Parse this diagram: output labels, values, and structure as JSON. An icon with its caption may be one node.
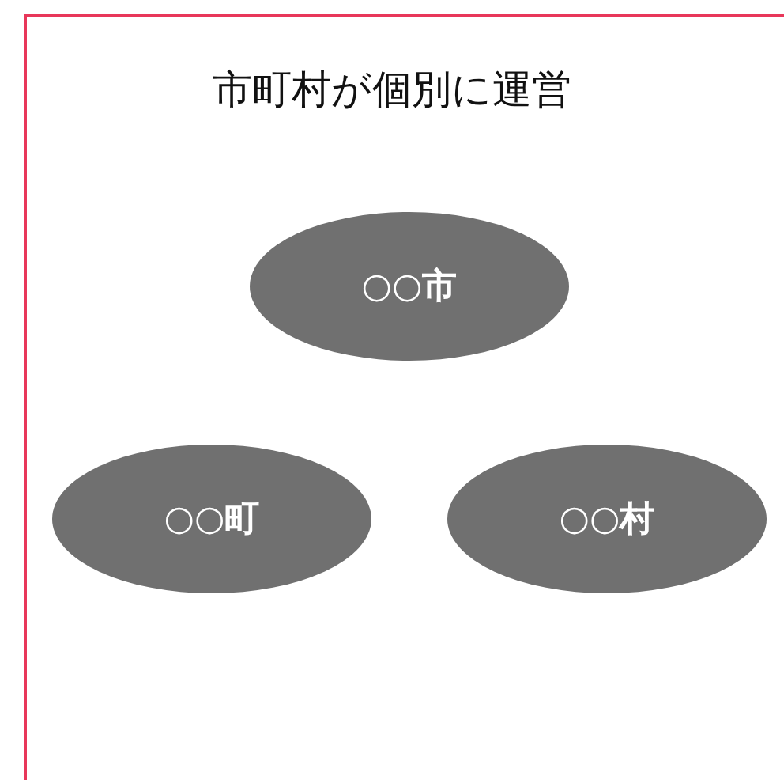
{
  "diagram": {
    "title": "市町村が個別に運営",
    "nodes": [
      {
        "text": [
          "○○市"
        ]
      },
      {
        "text": [
          "○○町"
        ]
      },
      {
        "text": [
          "○○村"
        ]
      }
    ]
  }
}
